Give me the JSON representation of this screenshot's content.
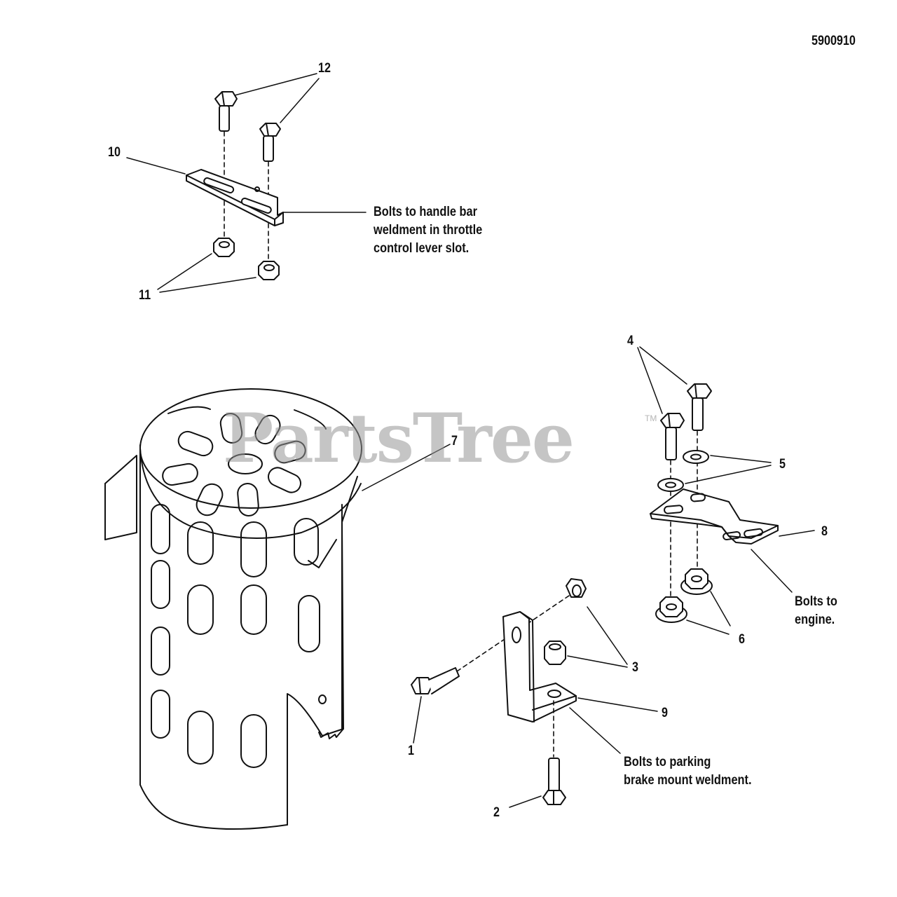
{
  "diagram_id": "5900910",
  "watermark": "PartsTree",
  "watermark_mark": "TM",
  "callouts": {
    "c1": "1",
    "c2": "2",
    "c3": "3",
    "c4": "4",
    "c5": "5",
    "c6": "6",
    "c7": "7",
    "c8": "8",
    "c9": "9",
    "c10": "10",
    "c11": "11",
    "c12": "12"
  },
  "notes": {
    "handle_bar": "Bolts to handle bar\nweldment in throttle\ncontrol lever slot.",
    "engine": "Bolts to\nengine.",
    "parking_brake": "Bolts to parking\nbrake mount weldment."
  }
}
